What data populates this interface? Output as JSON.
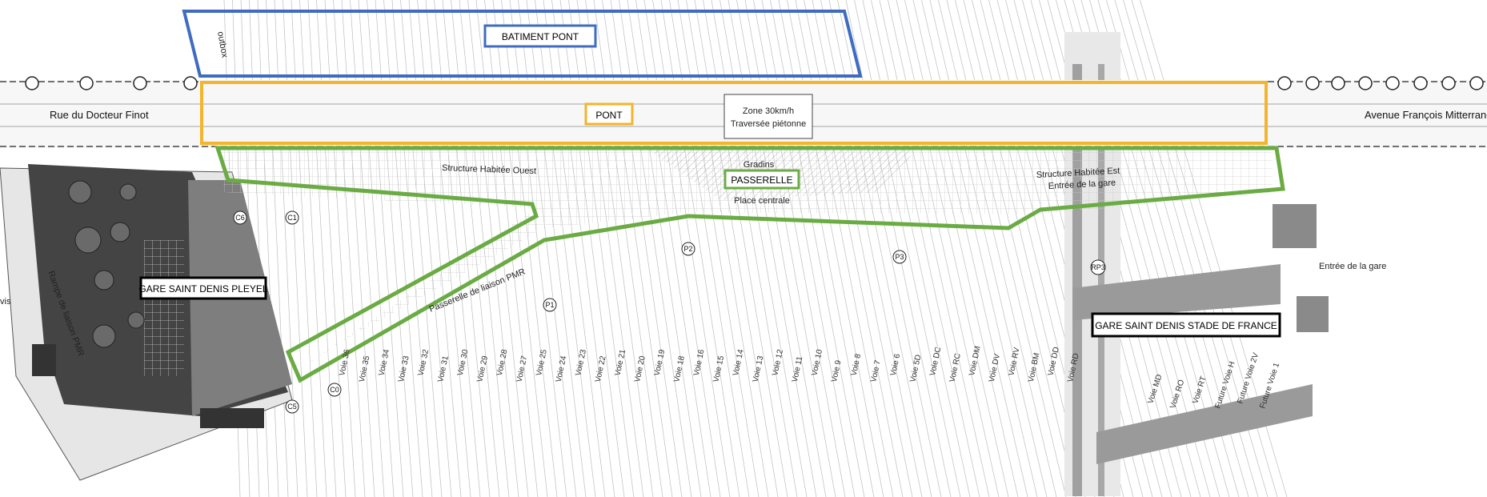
{
  "colors": {
    "batiment_pont": "#3f6cc0",
    "pont": "#f2b52b",
    "passerelle": "#6aac43",
    "gare": "#000000",
    "building_dark": "#5a5a5a",
    "building_mid": "#8c8c8c",
    "track_line": "#bdbdbd",
    "stade_band": "#9a9a9a"
  },
  "boxes": {
    "batiment_pont": "BATIMENT PONT",
    "pont": "PONT",
    "passerelle": "PASSERELLE",
    "gare_pleyel": "GARE SAINT DENIS PLEYEL",
    "gare_stade": "GARE SAINT DENIS STADE DE FRANCE"
  },
  "streets": {
    "west": "Rue du Docteur Finot",
    "east": "Avenue François Mitterrand",
    "zone_line1": "Zone 30km/h",
    "zone_line2": "Traversée piétonne"
  },
  "areas": {
    "structure_ouest": "Structure Habitée Ouest",
    "structure_est": "Structure Habitée Est",
    "entree_gare_top": "Entrée de la gare",
    "entree_gare_right": "Entrée de la gare",
    "gradins": "Gradins",
    "place_centrale": "Place centrale",
    "passerelle_pmr": "Passerelle de liaison PMR",
    "rampe_pmr": "Rampe de liaison PMR",
    "outbox": "outbox",
    "vis": "vis"
  },
  "markers": [
    "P1",
    "P2",
    "P3",
    "RP3",
    "C0",
    "C1",
    "C5",
    "C6"
  ],
  "voies": [
    "Voie 36",
    "Voie 35",
    "Voie 34",
    "Voie 33",
    "Voie 32",
    "Voie 31",
    "Voie 30",
    "Voie 29",
    "Voie 28",
    "Voie 27",
    "Voie 25",
    "Voie 24",
    "Voie 23",
    "Voie 22",
    "Voie 21",
    "Voie 20",
    "Voie 19",
    "Voie 18",
    "Voie 16",
    "Voie 15",
    "Voie 14",
    "Voie 13",
    "Voie 12",
    "Voie 11",
    "Voie 10",
    "Voie 9",
    "Voie 8",
    "Voie 7",
    "Voie 6",
    "Voie 5D",
    "Voie DC",
    "Voie RC",
    "Voie DM",
    "Voie DV",
    "Voie RV",
    "Voie BM",
    "Voie DD",
    "Voie RD"
  ],
  "voies_east": [
    "Voie MD",
    "Voie RO",
    "Voie RT",
    "Future Voie H",
    "Future Voie 2V",
    "Future Voie 1"
  ]
}
